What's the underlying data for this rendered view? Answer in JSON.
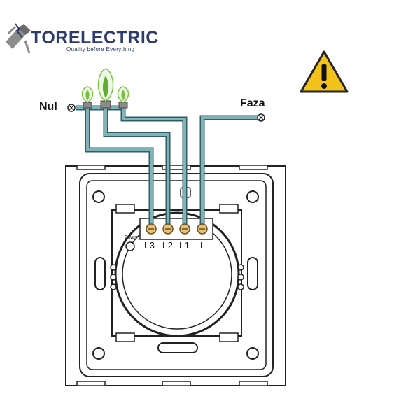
{
  "brand": {
    "name_dark": "TOR",
    "name_accent": "ELECTRIC",
    "tagline": "Quality before Everything"
  },
  "labels": {
    "neutral": "Nul",
    "phase": "Faza",
    "mode": "2 way"
  },
  "terminals": [
    "L3",
    "L2",
    "L1",
    "L"
  ],
  "icons": {
    "logo": "plug-with-lightning-icon",
    "warning": "warning-triangle-icon",
    "bulb": "bulb-icon"
  },
  "colors": {
    "wire": "#7fb3b8",
    "wire_outline": "#2f5e63",
    "brand": "#2d3a6e",
    "warning_fill": "#f3c21b",
    "leaf": "#7cc242"
  }
}
